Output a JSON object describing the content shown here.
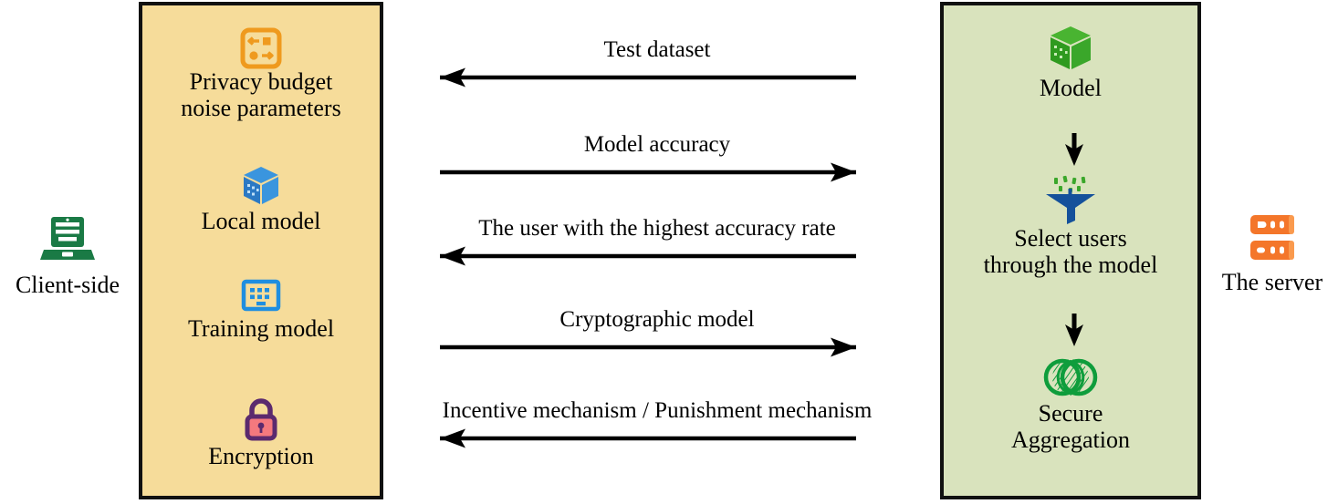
{
  "diagram": {
    "title": "Client-server federated learning interaction diagram",
    "colors": {
      "client_panel_fill": "#f6dc9a",
      "server_panel_fill": "#d9e3bd",
      "panel_border": "#111111",
      "client_icon": "#1a7a45",
      "server_icon": "#f4762a",
      "params_icon": "#ef9a1e",
      "cube_icon_blue": "#2b85d0",
      "training_icon": "#1f8ee0",
      "lock_outline": "#5b2a6e",
      "lock_body": "#f4797e",
      "model_cube_green": "#3aa72a",
      "funnel_blue": "#14519b",
      "funnel_particles": "#3aa72a",
      "venn_green": "#0f9d3c",
      "arrow": "#000000"
    }
  },
  "client": {
    "icon": "laptop-icon",
    "label": "Client-side"
  },
  "server": {
    "icon": "server-rack-icon",
    "label": "The server"
  },
  "client_panel": {
    "items": [
      {
        "icon": "parameters-icon",
        "label": "Privacy budget\nnoise parameters",
        "line1": "Privacy budget",
        "line2": "noise parameters"
      },
      {
        "icon": "cube-icon",
        "label": "Local model",
        "line1": "Local model",
        "line2": ""
      },
      {
        "icon": "training-monitor-icon",
        "label": "Training model",
        "line1": "Training model",
        "line2": ""
      },
      {
        "icon": "lock-icon",
        "label": "Encryption",
        "line1": "Encryption",
        "line2": ""
      }
    ]
  },
  "server_panel": {
    "items": [
      {
        "icon": "green-cube-icon",
        "label": "Model",
        "line1": "Model",
        "line2": ""
      },
      {
        "icon": "funnel-filter-icon",
        "label": "Select users\nthrough the model",
        "line1": "Select users",
        "line2": "through the model"
      },
      {
        "icon": "venn-circles-icon",
        "label": "Secure\nAggregation",
        "line1": "Secure",
        "line2": "Aggregation"
      }
    ],
    "flow_arrows": [
      {
        "icon": "down-arrow-icon",
        "direction": "down"
      },
      {
        "icon": "down-arrow-icon",
        "direction": "down"
      }
    ]
  },
  "messages": [
    {
      "label": "Test dataset",
      "direction": "left",
      "icon": "left-arrow-icon"
    },
    {
      "label": "Model accuracy",
      "direction": "right",
      "icon": "right-arrow-icon"
    },
    {
      "label": "The user with the highest accuracy rate",
      "direction": "left",
      "icon": "left-arrow-icon"
    },
    {
      "label": "Cryptographic model",
      "direction": "right",
      "icon": "right-arrow-icon"
    },
    {
      "label": "Incentive mechanism / Punishment mechanism",
      "direction": "left",
      "icon": "left-arrow-icon"
    }
  ]
}
